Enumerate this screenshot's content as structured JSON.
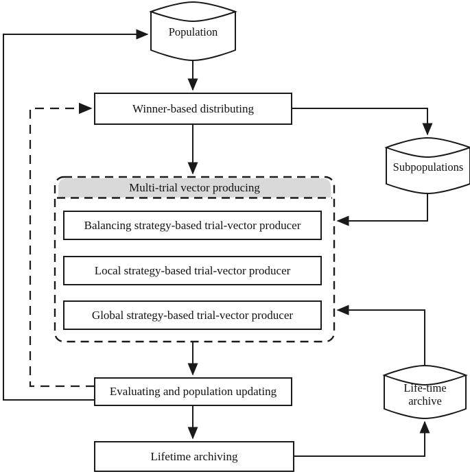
{
  "diagram": {
    "title": "Multi-trial vector-based differential evolution flowchart",
    "accent_gray": "#d9d9d9",
    "stroke_color": "#1a1a1a",
    "background": "#ffffff"
  },
  "nodes": {
    "population": {
      "label": "Population",
      "shape": "cylinder"
    },
    "winner_based_distributing": {
      "label": "Winner-based distributing",
      "shape": "rect"
    },
    "subpopulations": {
      "label": "Subpopulations",
      "shape": "cylinder"
    },
    "multi_trial_header": {
      "label": "Multi-trial vector producing",
      "shape": "rounded-rect-filled"
    },
    "balancing_producer": {
      "label": "Balancing strategy-based trial-vector producer",
      "shape": "rect"
    },
    "local_producer": {
      "label": "Local strategy-based trial-vector producer",
      "shape": "rect"
    },
    "global_producer": {
      "label": "Global strategy-based trial-vector producer",
      "shape": "rect"
    },
    "evaluating_updating": {
      "label": "Evaluating and population updating",
      "shape": "rect"
    },
    "lifetime_archiving": {
      "label": "Lifetime archiving",
      "shape": "rect"
    },
    "life_time_archive": {
      "label": "Life-time\narchive",
      "shape": "cylinder"
    }
  },
  "edges": [
    {
      "id": "population-to-winner",
      "from": "population",
      "to": "winner_based_distributing",
      "style": "solid",
      "arrow": true
    },
    {
      "id": "winner-to-subpopulations",
      "from": "winner_based_distributing",
      "to": "subpopulations",
      "style": "solid",
      "arrow": true
    },
    {
      "id": "winner-to-multitrial",
      "from": "winner_based_distributing",
      "to": "multi_trial_header",
      "style": "solid",
      "arrow": true
    },
    {
      "id": "subpopulations-to-balancing",
      "from": "subpopulations",
      "to": "balancing_producer",
      "style": "solid",
      "arrow": true
    },
    {
      "id": "multitrial-to-evaluating",
      "from": "multi_trial_header",
      "to": "evaluating_updating",
      "style": "solid",
      "arrow": true
    },
    {
      "id": "evaluating-to-lifetime-archiving",
      "from": "evaluating_updating",
      "to": "lifetime_archiving",
      "style": "solid",
      "arrow": true
    },
    {
      "id": "lifetime-archiving-to-archive",
      "from": "lifetime_archiving",
      "to": "life_time_archive",
      "style": "solid",
      "arrow": true
    },
    {
      "id": "archive-to-global",
      "from": "life_time_archive",
      "to": "global_producer",
      "style": "solid",
      "arrow": true
    },
    {
      "id": "evaluating-to-population",
      "from": "evaluating_updating",
      "to": "population",
      "style": "solid",
      "arrow": true
    },
    {
      "id": "evaluating-to-winner-feedback",
      "from": "evaluating_updating",
      "to": "winner_based_distributing",
      "style": "dashed",
      "arrow": true
    }
  ]
}
